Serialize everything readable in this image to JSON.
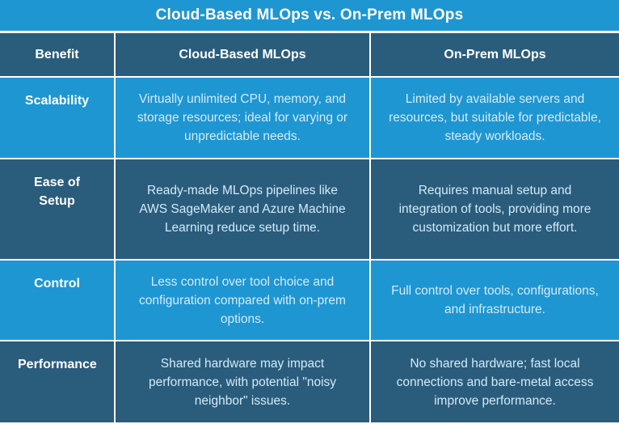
{
  "title": "Cloud-Based MLOps vs. On-Prem MLOps",
  "colors": {
    "bright_blue": "#1e96d2",
    "dark_blue": "#2a5c7c",
    "body_text": "#d2ebf7",
    "heading_text": "#ffffff",
    "divider": "#ffffff"
  },
  "table": {
    "headers": [
      "Benefit",
      "Cloud-Based MLOps",
      "On-Prem MLOps"
    ],
    "rows": [
      {
        "benefit": "Scalability",
        "cloud": "Virtually unlimited CPU, memory, and storage resources; ideal for varying or unpredictable needs.",
        "onprem": "Limited by available servers and resources, but suitable for predictable, steady workloads."
      },
      {
        "benefit": "Ease of Setup",
        "cloud": "Ready-made MLOps pipelines like AWS SageMaker and Azure Machine Learning reduce setup time.",
        "onprem": "Requires manual setup and integration of tools, providing more customization but more effort."
      },
      {
        "benefit": "Control",
        "cloud": "Less control over tool choice and configuration compared with on-prem options.",
        "onprem": "Full control over tools, configurations, and infrastructure."
      },
      {
        "benefit": "Performance",
        "cloud": "Shared hardware may impact performance, with potential \"noisy neighbor\" issues.",
        "onprem": "No shared hardware; fast local connections and bare-metal access improve performance."
      }
    ]
  }
}
